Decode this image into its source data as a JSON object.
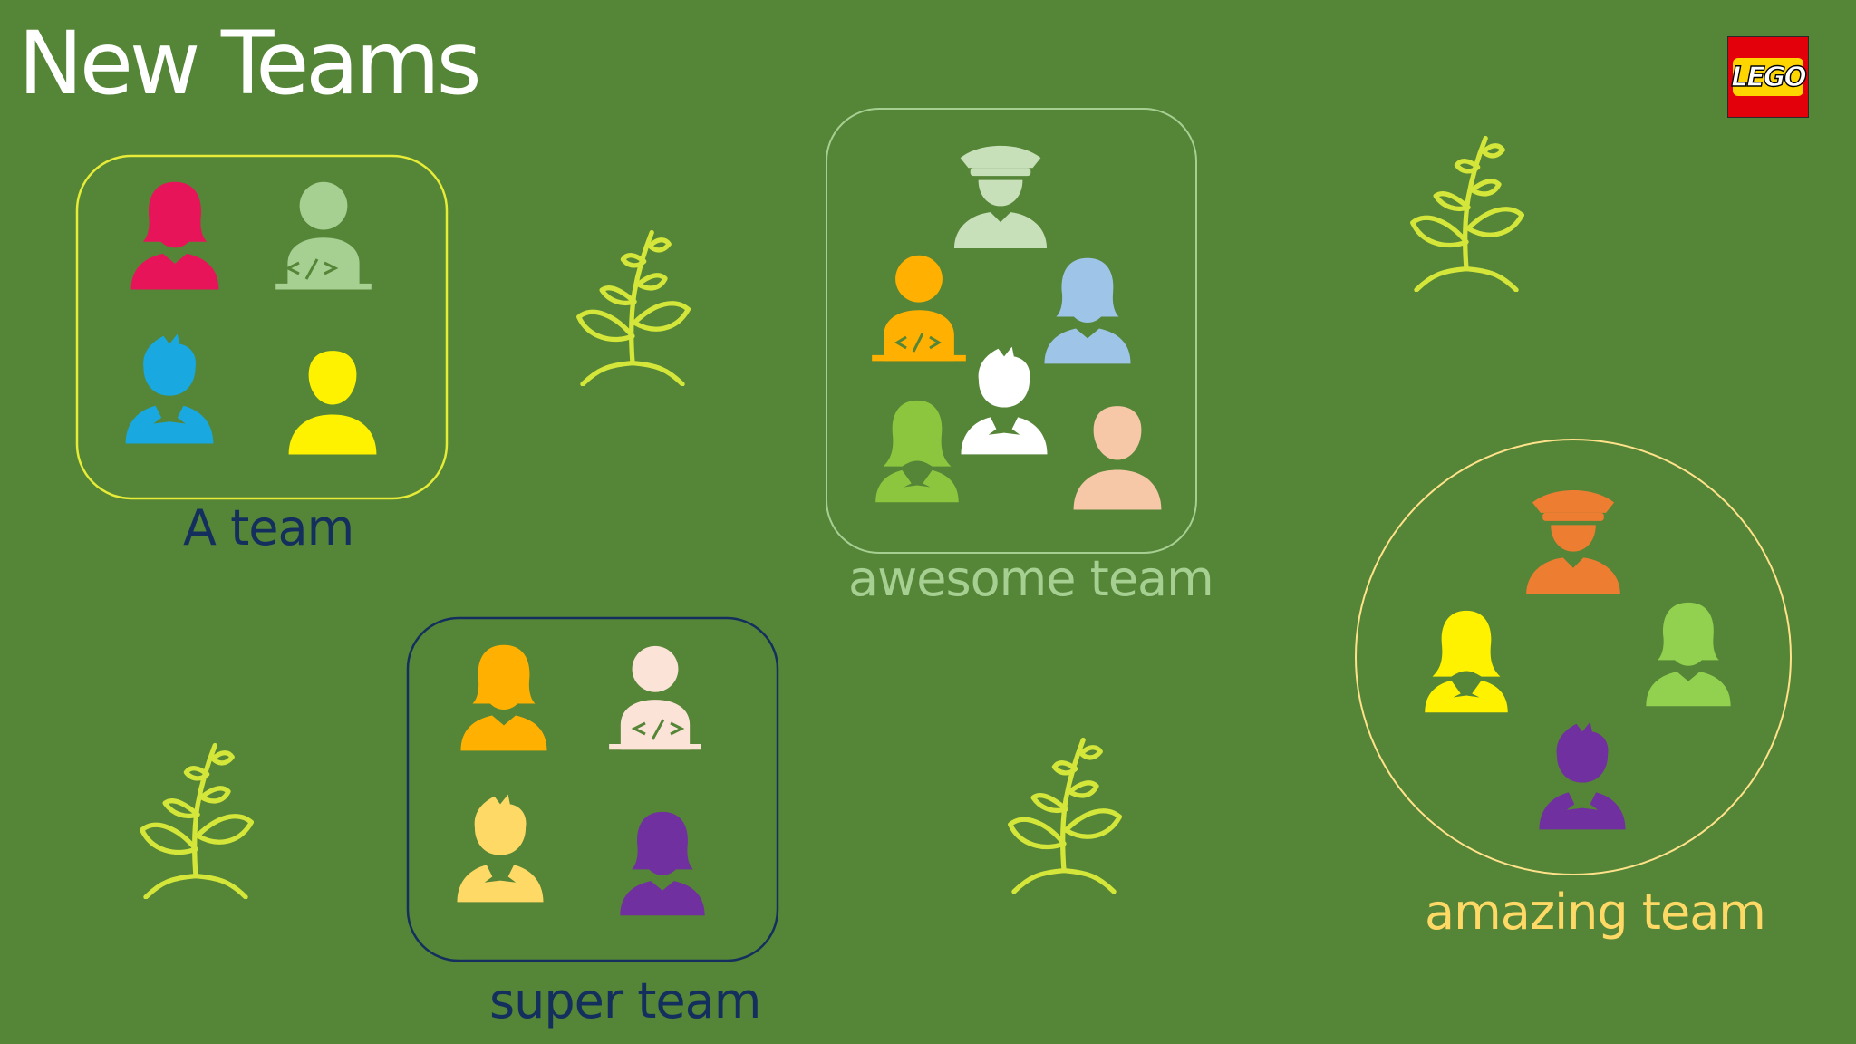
{
  "slide": {
    "title": "New Teams",
    "background": "#558536",
    "logo": {
      "text": "LEGO",
      "icon": "lego-logo"
    }
  },
  "teams": [
    {
      "label": "A team",
      "label_color": "#142f5e",
      "frame": "rounded-square",
      "frame_color": "#e6ec37",
      "members": [
        {
          "icon": "woman-avatar",
          "color": "#e8145a"
        },
        {
          "icon": "developer-avatar",
          "color": "#a6cf92"
        },
        {
          "icon": "boy-avatar",
          "color": "#19a8e0"
        },
        {
          "icon": "man-avatar",
          "color": "#fff200"
        }
      ]
    },
    {
      "label": "awesome team",
      "label_color": "#a6cf92",
      "frame": "rounded-square",
      "frame_color": "#a6cf92",
      "members": [
        {
          "icon": "officer-avatar",
          "color": "#c7e0ba"
        },
        {
          "icon": "developer-avatar",
          "color": "#ffb000"
        },
        {
          "icon": "woman-avatar",
          "color": "#9ec4e8"
        },
        {
          "icon": "boy-avatar",
          "color": "#ffffff"
        },
        {
          "icon": "girl-avatar",
          "color": "#8cc63f"
        },
        {
          "icon": "man-avatar",
          "color": "#f6c8a8"
        }
      ]
    },
    {
      "label": "super team",
      "label_color": "#142f5e",
      "frame": "rounded-square",
      "frame_color": "#142f5e",
      "members": [
        {
          "icon": "woman-avatar",
          "color": "#ffb000"
        },
        {
          "icon": "developer-avatar",
          "color": "#fbe3d7"
        },
        {
          "icon": "boy-avatar",
          "color": "#ffd966"
        },
        {
          "icon": "woman-avatar",
          "color": "#7030a0"
        }
      ]
    },
    {
      "label": "amazing team",
      "label_color": "#ffd966",
      "frame": "circle",
      "frame_color": "#ffe28a",
      "members": [
        {
          "icon": "officer-avatar",
          "color": "#ed7d31"
        },
        {
          "icon": "girl-avatar",
          "color": "#fff200"
        },
        {
          "icon": "woman-avatar",
          "color": "#92d050"
        },
        {
          "icon": "boy-avatar",
          "color": "#7030a0"
        }
      ]
    }
  ],
  "decorations": {
    "icon": "sprout-icon",
    "color": "#d4e63a",
    "count": 4
  }
}
